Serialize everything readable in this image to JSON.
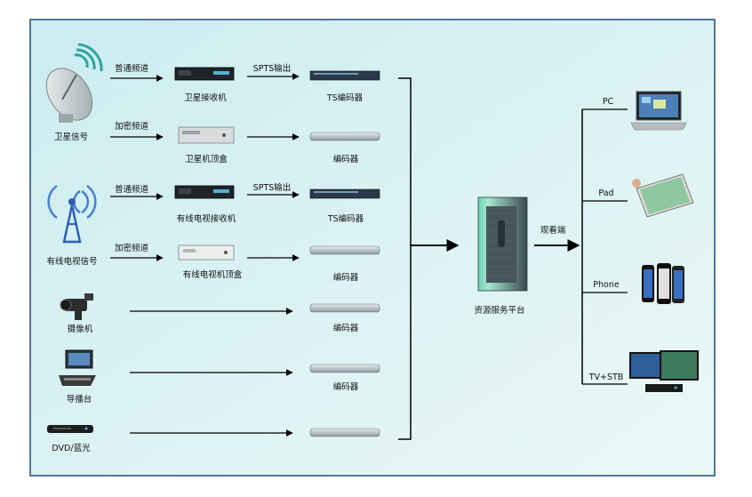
{
  "sources": [
    {
      "label": "卫星信号",
      "icon": "satellite-dish-icon"
    },
    {
      "label": "有线电视信号",
      "icon": "broadcast-tower-icon"
    },
    {
      "label": "摄像机",
      "icon": "video-camera-icon"
    },
    {
      "label": "导播台",
      "icon": "switcher-console-icon"
    },
    {
      "label": "DVD/蓝光",
      "icon": "dvd-player-icon"
    }
  ],
  "channel_labels": {
    "normal_1": "普通频道",
    "encrypted_1": "加密频道",
    "normal_2": "普通频道",
    "encrypted_2": "加密频道",
    "spts_1": "SPTS输出",
    "spts_2": "SPTS输出"
  },
  "devices": {
    "sat_receiver": "卫星接收机",
    "sat_stb": "卫星机顶盒",
    "cable_receiver": "有线电视接收机",
    "cable_stb": "有线电视机顶盒"
  },
  "encoders": [
    "TS编码器",
    "编码器",
    "TS编码器",
    "编码器",
    "编码器",
    "编码器"
  ],
  "platform": {
    "label": "资源服务平台"
  },
  "viewer_label": "观看端",
  "clients": [
    {
      "label": "PC",
      "icon": "laptop-icon"
    },
    {
      "label": "Pad",
      "icon": "tablet-icon"
    },
    {
      "label": "Phone",
      "icon": "phone-icon"
    },
    {
      "label": "TV+STB",
      "icon": "tv-stb-icon"
    }
  ],
  "colors": {
    "background": "#dff4f6",
    "border": "#1f4e79",
    "accent": "#2aa7a0",
    "line": "#000000"
  }
}
